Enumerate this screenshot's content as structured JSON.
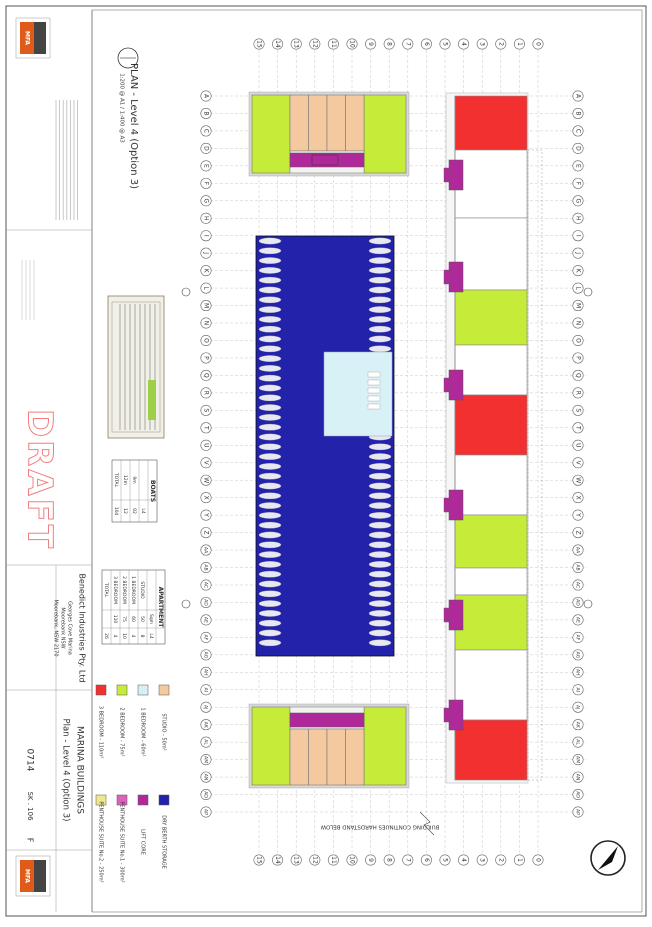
{
  "sheet": {
    "title": "PLAN - Level 4 (Option 3)",
    "scale": "1:200 @ A1 / 1:400 @ A3",
    "draft": "DRAFT",
    "client": "Benedict Industries Pty. Ltd",
    "address": [
      "Georges Cove Marina",
      "Moorebank NSW",
      "Moorebank, NSW 2170"
    ],
    "project": "MARINA BUILDINGS",
    "drawing": "Plan - Level 4 (Option 3)",
    "job": "0714",
    "dwg": "SK . 106",
    "rev": "F",
    "logo": "MFA",
    "below_note": "BUILDING CONTINUES HARDSTAND BELOW"
  },
  "grid": {
    "numbers": [
      "0",
      "1",
      "2",
      "3",
      "4",
      "5",
      "6",
      "7",
      "8",
      "9",
      "10",
      "11",
      "12",
      "13",
      "14",
      "15"
    ],
    "letters": [
      "A",
      "B",
      "C",
      "D",
      "E",
      "F",
      "G",
      "H",
      "I",
      "J",
      "K",
      "L",
      "M",
      "N",
      "O",
      "P",
      "Q",
      "R",
      "S",
      "T",
      "U",
      "V",
      "W",
      "X",
      "Y",
      "Z",
      "AA",
      "AB",
      "AC",
      "AD",
      "AE",
      "AF",
      "AG",
      "AH",
      "AI",
      "AJ",
      "AK",
      "AL",
      "AM",
      "AN",
      "AO",
      "AP"
    ]
  },
  "legend": {
    "items": [
      {
        "label": "STUDIO - 50m²",
        "color": "#f5c9a0"
      },
      {
        "label": "1 BEDROOM - 60m²",
        "color": "#d8f0f5"
      },
      {
        "label": "2 BEDROOM - 75m²",
        "color": "#c6ec3a"
      },
      {
        "label": "3 BEDROOM - 110m²",
        "color": "#f23030"
      },
      {
        "label": "DRY BERTH STORAGE",
        "color": "#2222aa"
      },
      {
        "label": "LIFT CORE",
        "color": "#b0299a"
      },
      {
        "label": "PENTHOUSE SUITE No.1 - 300m²",
        "color": "#e060c0"
      },
      {
        "label": "PENTHOUSE SUITE No.2 - 250m²",
        "color": "#f0e890"
      }
    ]
  },
  "tables": {
    "apartment": {
      "title": "APARTMENT",
      "headers": [
        "",
        "Sqm",
        "L4"
      ],
      "rows": [
        [
          "STUDIO",
          "50",
          "8"
        ],
        [
          "1 BEDROOM",
          "60",
          "4"
        ],
        [
          "2 BEDROOM",
          "75",
          "10"
        ],
        [
          "3 BEDROOM",
          "110",
          "4"
        ],
        [
          "TOTAL",
          "",
          "26"
        ]
      ]
    },
    "boats": {
      "title": "BOATS",
      "headers": [
        "",
        "L4"
      ],
      "rows": [
        [
          "9m",
          "92"
        ],
        [
          "12m",
          "12"
        ],
        [
          "TOTAL",
          "104"
        ]
      ]
    }
  },
  "colors": {
    "red": "#f23030",
    "lime": "#c6ec3a",
    "peach": "#f5c9a0",
    "magenta": "#b0299a",
    "blue": "#2222aa",
    "pale": "#d8f0f5",
    "grey": "#d8d8d8",
    "draft": "#f08080"
  }
}
